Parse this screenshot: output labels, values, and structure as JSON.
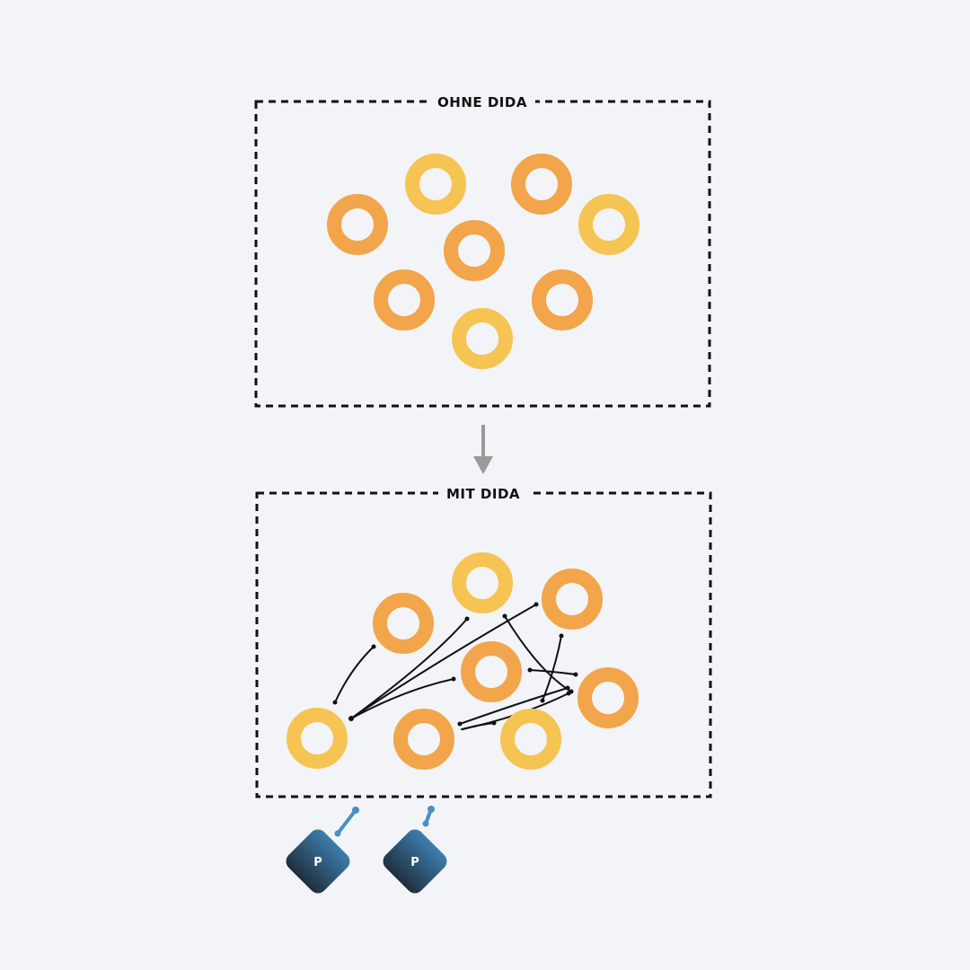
{
  "frames": {
    "top": {
      "title": "OHNE DIDA"
    },
    "bottom": {
      "title": "MIT DIDA"
    }
  },
  "colors": {
    "background": "#f3f4f8",
    "ring_orange": "#f2a54a",
    "ring_yellow": "#f6c453",
    "frame_stroke": "#111111",
    "arrow": "#9a9a9a",
    "node_top": "#3d7fae",
    "node_bottom": "#1f2f3d",
    "connector": "#4a8fc0"
  },
  "nodes": [
    {
      "label": "P",
      "icon": "diamond-node-icon"
    },
    {
      "label": "P",
      "icon": "diamond-node-icon"
    }
  ]
}
